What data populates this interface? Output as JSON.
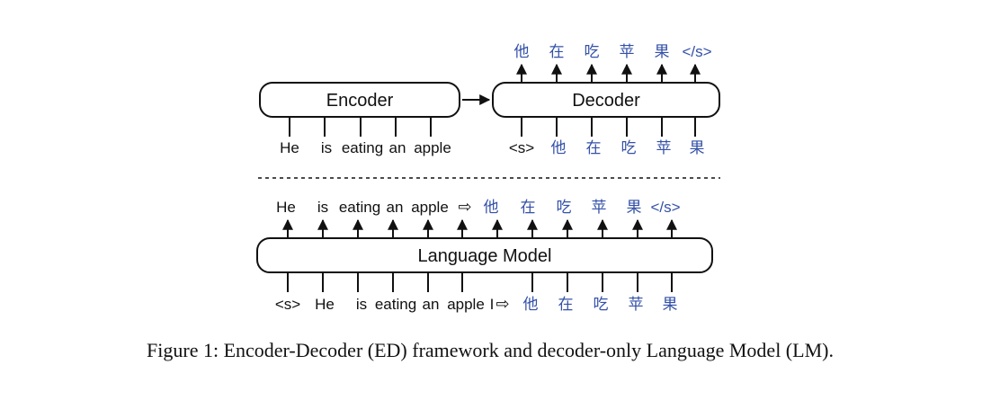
{
  "encoder": {
    "label": "Encoder",
    "input_tokens": [
      "He",
      "is",
      "eating",
      "an",
      "apple"
    ]
  },
  "decoder": {
    "label": "Decoder",
    "input_tokens": [
      "<s>",
      "他",
      "在",
      "吃",
      "苹",
      "果"
    ],
    "output_tokens": [
      "他",
      "在",
      "吃",
      "苹",
      "果",
      "</s>"
    ]
  },
  "language_model": {
    "label": "Language Model",
    "input_tokens": [
      "<s>",
      "He",
      "is",
      "eating",
      "an",
      "apple",
      "他",
      "在",
      "吃",
      "苹",
      "果"
    ],
    "output_tokens": [
      "He",
      "is",
      "eating",
      "an",
      "apple",
      "他",
      "在",
      "吃",
      "苹",
      "果",
      "</s>"
    ],
    "separator_glyph": "⇨",
    "cursor_glyph": "I"
  },
  "caption": "Figure 1: Encoder-Decoder (ED) framework and decoder-only Language Model (LM).",
  "colors": {
    "english_token": "#111111",
    "chinese_token": "#3450a8",
    "box_stroke": "#111111"
  }
}
